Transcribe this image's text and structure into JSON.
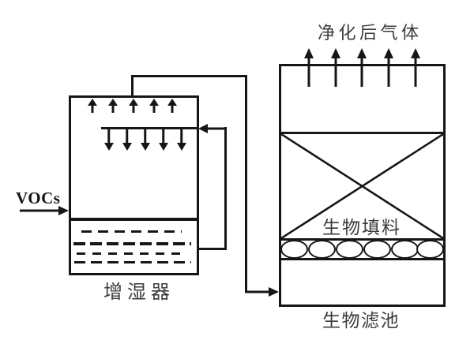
{
  "diagram": {
    "background": "#ffffff",
    "line_color": "#161616",
    "text_color": "#3c3c3c",
    "labels": {
      "inlet_gas": "VOCs",
      "humidifier": "增湿器",
      "biofilter": "生物滤池",
      "bio_packing": "生物填料",
      "purified_gas": "净化后气体"
    }
  }
}
